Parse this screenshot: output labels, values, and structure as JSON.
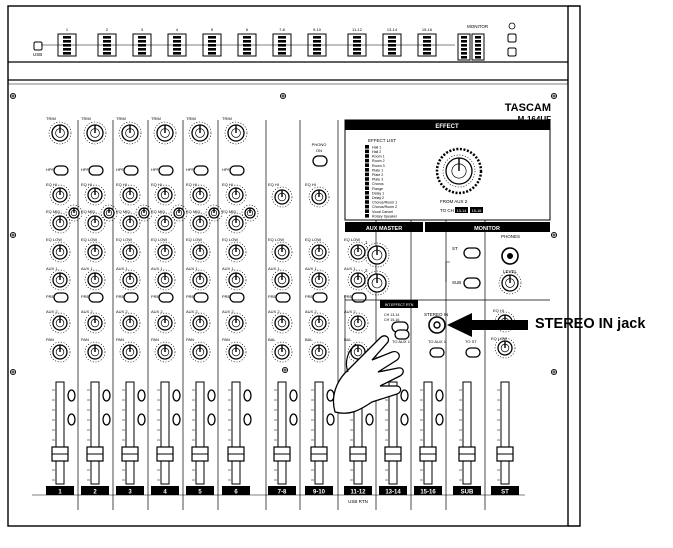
{
  "brand": "TASCAM",
  "model": "M-164UF",
  "callout": "STEREO IN jack",
  "top_meters": [
    "1",
    "2",
    "3",
    "4",
    "5",
    "6",
    "7-8",
    "9-10",
    "11-12",
    "13-14",
    "15-16"
  ],
  "monitor_header": "MONITOR",
  "usb_label": "USB",
  "power_label": "",
  "channels": {
    "mono": [
      "1",
      "2",
      "3",
      "4",
      "5",
      "6"
    ],
    "strip_labels": [
      "1",
      "2",
      "3",
      "4",
      "5",
      "6",
      "7-8",
      "9-10",
      "11-12",
      "13-14",
      "15-16",
      "SUB",
      "ST"
    ],
    "usb_rtn": "USB RTN"
  },
  "knobs": {
    "trim": "TRIM",
    "hpf": "HPF",
    "eq_hi": "EQ HI",
    "eq_mid": "EQ MID",
    "eq_low": "EQ LOW",
    "aux1": "AUX 1",
    "pre": "PRE",
    "aux2": "AUX 2",
    "pan": "PAN",
    "bal": "BAL",
    "phono": "PHONO",
    "on": "ON"
  },
  "effect": {
    "title": "EFFECT",
    "list_title": "EFFECT LIST",
    "list": [
      "Hall 1",
      "Hall 2",
      "Room 1",
      "Room 2",
      "Room 3",
      "Plate 1",
      "Plate 2",
      "Plate 3",
      "Chorus",
      "Flange",
      "Delay 1",
      "Delay 2",
      "Chorus/Room 1",
      "Chorus/Room 2",
      "Vocal Cancel",
      "Rotary Speaker"
    ],
    "from_aux": "FROM AUX 2",
    "to_ch": "TO CH",
    "to_ch_badges": [
      "13-14",
      "15-16"
    ]
  },
  "aux_master": {
    "title": "AUX MASTER",
    "k1": "1",
    "k2": "2"
  },
  "monitor": {
    "title": "MONITOR",
    "st": "ST",
    "sub": "SUB",
    "phones": "PHONES",
    "level": "LEVEL"
  },
  "return_section": {
    "title": "INT.EFFECT RTN",
    "sel1": "CH 13-14",
    "sel2": "CH 15-16",
    "to_aux": "TO AUX 1",
    "stereo_in": "STEREO IN",
    "to_st": "TO ST"
  }
}
